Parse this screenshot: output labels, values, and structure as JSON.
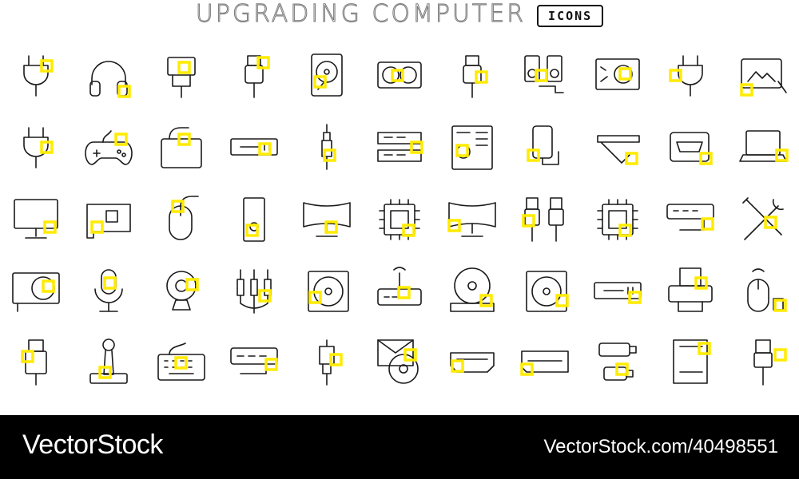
{
  "header": {
    "title": "UPGRADING COMPUTER",
    "badge": "ICONS"
  },
  "footer": {
    "brand": "VectorStock",
    "stock_id": "VectorStock.com/40498551"
  },
  "colors": {
    "accent": "#FFEB00",
    "stroke": "#1A1A1A",
    "footer_bg": "#000000"
  },
  "icons": [
    "power-cables-icon",
    "headphones-icon",
    "vga-connector-icon",
    "usb-plug-icon",
    "hard-drive-icon",
    "dual-fan-graphics-card-icon",
    "usb-cable-icon",
    "speakers-icon",
    "power-supply-icon",
    "power-plug-cable-icon",
    "graphics-tablet-icon",
    "power-plug-icon",
    "gamepad-icon",
    "external-drive-icon",
    "vga-port-icon",
    "audio-jack-icon",
    "ram-modules-icon",
    "motherboard-icon",
    "power-bank-icon",
    "ribbon-cable-icon",
    "hdmi-port-icon",
    "laptop-icon",
    "monitor-icon",
    "expansion-card-icon",
    "computer-mouse-icon",
    "pc-tower-icon",
    "curved-monitor-icon",
    "cpu-chip-icon",
    "widescreen-monitor-icon",
    "ethernet-cables-icon",
    "processor-icon",
    "usb-hub-icon",
    "tools-icon",
    "graphics-card-icon",
    "microphone-icon",
    "webcam-icon",
    "rca-cables-icon",
    "case-fan-icon",
    "router-icon",
    "optical-drive-icon",
    "cooling-fan-icon",
    "dvi-port-icon",
    "printer-icon",
    "wireless-mouse-icon",
    "usb-stick-icon",
    "joystick-icon",
    "keyboard-icon",
    "power-strip-icon",
    "coax-connector-icon",
    "cd-envelope-icon",
    "hdmi-connector-icon",
    "scart-connector-icon",
    "usb-flash-drives-icon",
    "ssd-card-icon",
    "ethernet-plug-icon"
  ]
}
